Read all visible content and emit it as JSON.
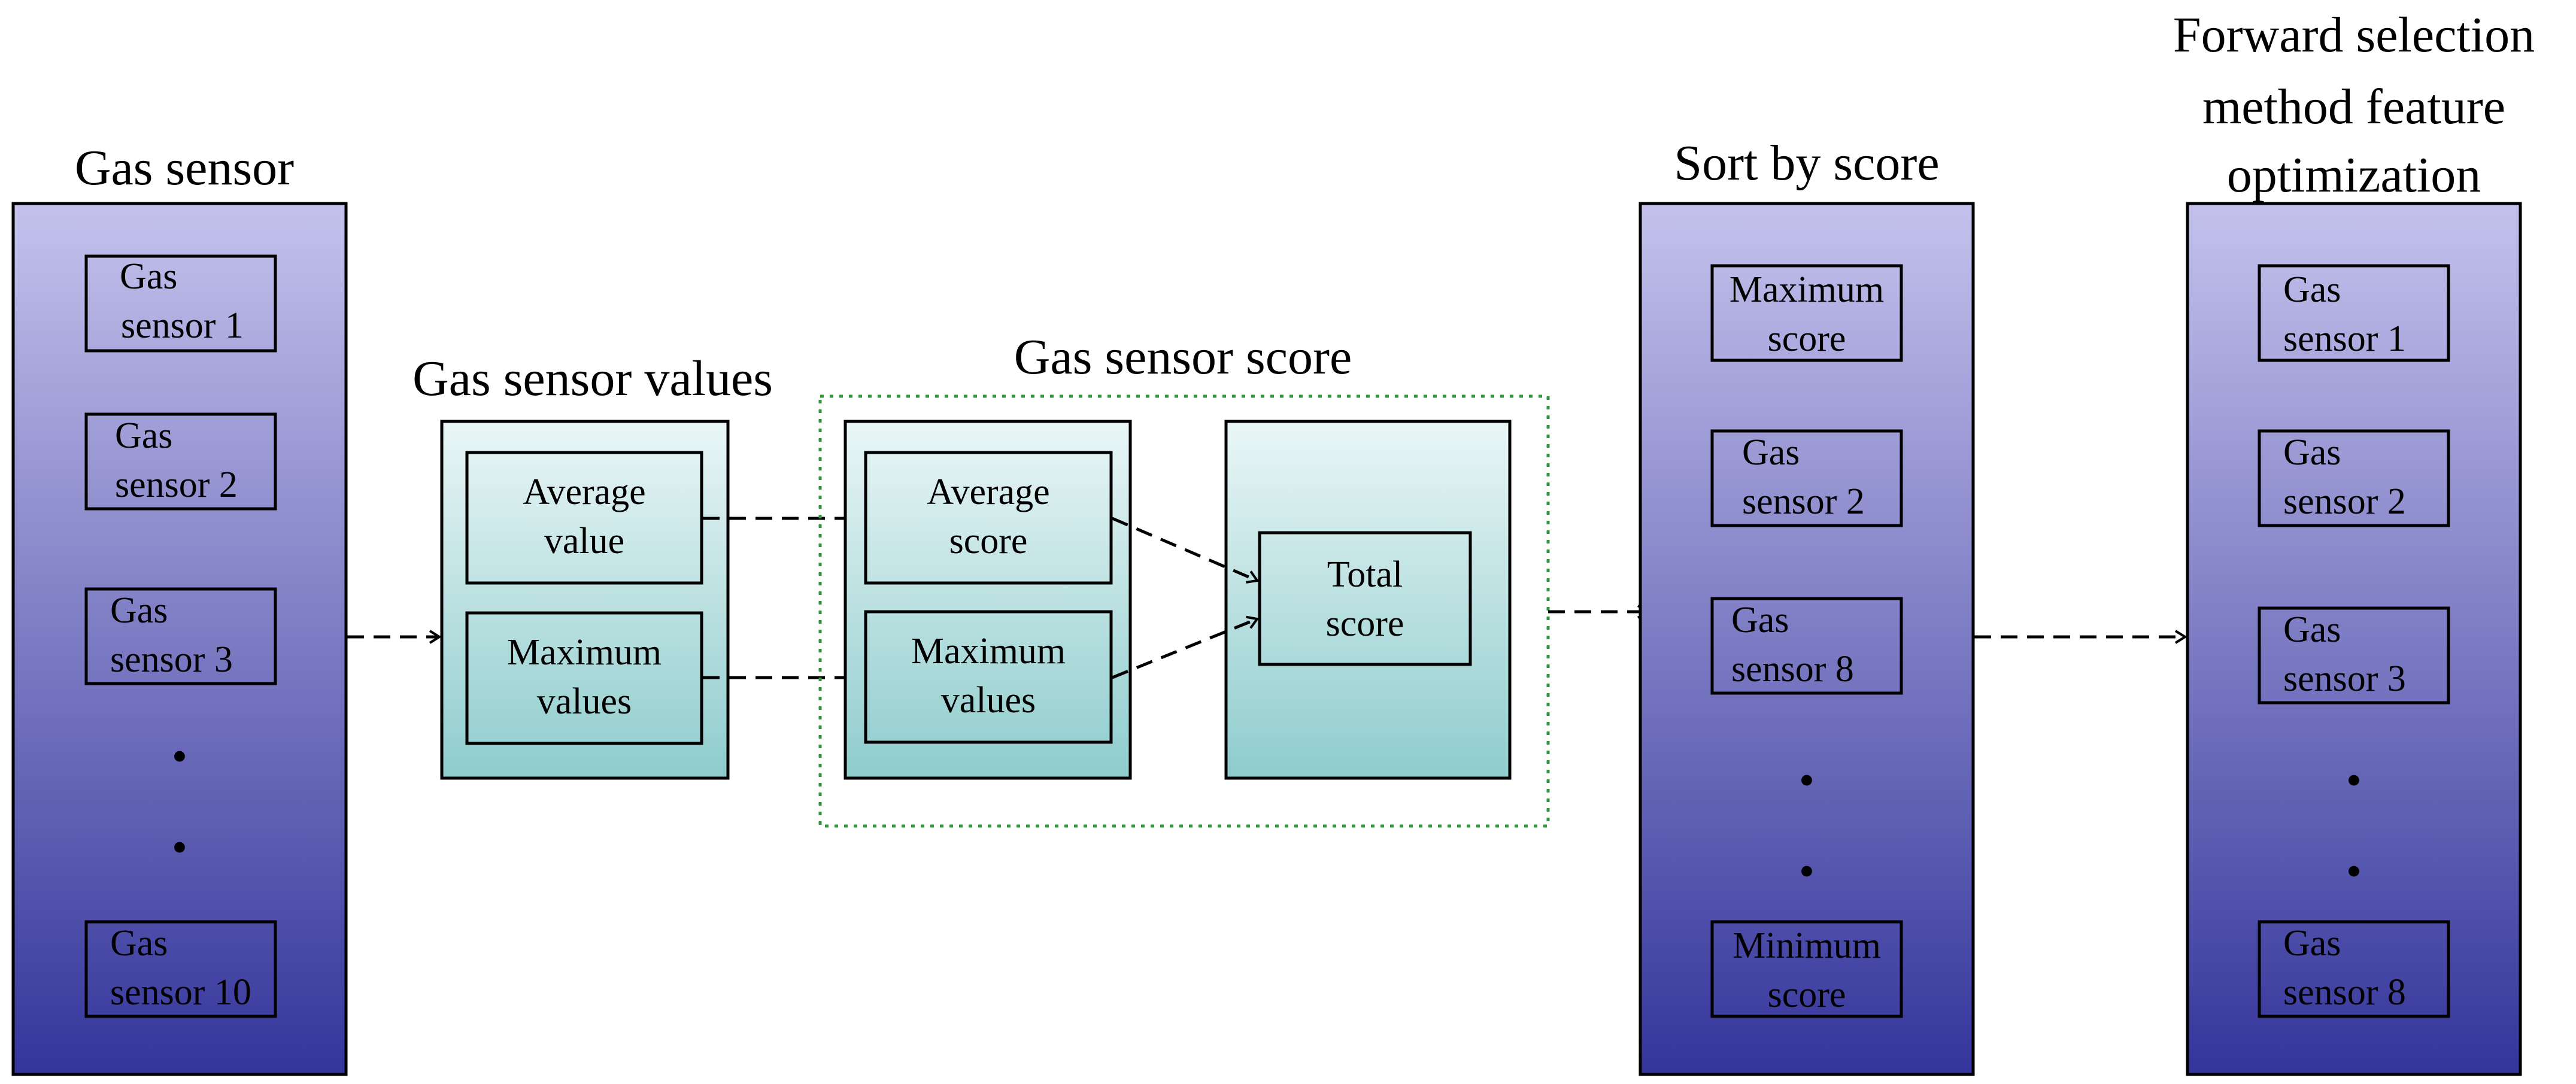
{
  "columns": {
    "gas_sensor": {
      "title": "Gas sensor",
      "items": [
        [
          "Gas",
          "sensor 1"
        ],
        [
          "Gas",
          "sensor 2"
        ],
        [
          "Gas",
          "sensor 3"
        ],
        [
          "Gas",
          "sensor 10"
        ]
      ],
      "ellipsis": [
        "·",
        "·"
      ]
    },
    "sort_by_score": {
      "title": "Sort by score",
      "items": [
        [
          "Maximum",
          "score"
        ],
        [
          "Gas",
          "sensor 2"
        ],
        [
          "Gas",
          "sensor 8"
        ],
        [
          "Minimum",
          "score"
        ]
      ],
      "ellipsis": [
        "·",
        "·"
      ]
    },
    "forward_selection": {
      "title": [
        "Forward selection",
        "method feature",
        "optimization"
      ],
      "items": [
        [
          "Gas",
          "sensor 1"
        ],
        [
          "Gas",
          "sensor 2"
        ],
        [
          "Gas",
          "sensor 3"
        ],
        [
          "Gas",
          "sensor 8"
        ]
      ],
      "ellipsis": [
        "·",
        "·"
      ]
    }
  },
  "gas_sensor_values": {
    "title": "Gas sensor values",
    "items": [
      [
        "Average",
        "value"
      ],
      [
        "Maximum",
        "values"
      ]
    ]
  },
  "gas_sensor_score": {
    "title": "Gas sensor score",
    "items": [
      [
        "Average",
        "score"
      ],
      [
        "Maximum",
        "values"
      ]
    ],
    "total": [
      "Total",
      "score"
    ]
  },
  "colors": {
    "column_top": "#c4c2ec",
    "column_bottom": "#34359b",
    "teal_top": "#eaf6f6",
    "teal_bottom": "#8fcccd",
    "group_border": "#2e9a3a",
    "stroke": "#000000"
  }
}
